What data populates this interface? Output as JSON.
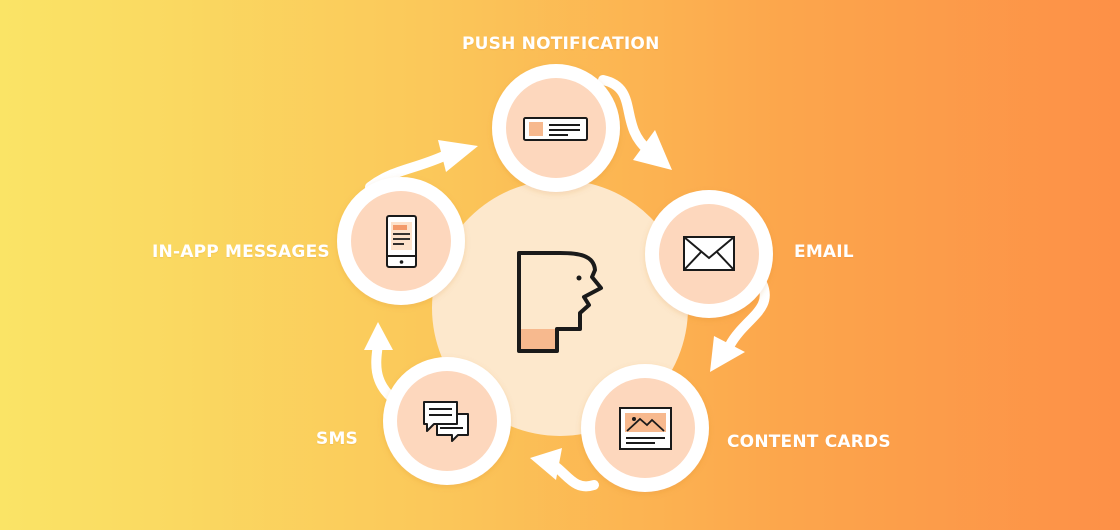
{
  "colors": {
    "gradient_left": "#fae466",
    "gradient_right": "#fd9047",
    "hub": "#fde8cc",
    "node_fill": "#fdd7bd",
    "node_ring": "#ffffff",
    "accent": "#f7b98e",
    "stroke": "#1a1a1a",
    "label": "#ffffff"
  },
  "channels": [
    {
      "id": "push",
      "label": "PUSH NOTIFICATION",
      "icon": "push-notification-card-icon"
    },
    {
      "id": "email",
      "label": "EMAIL",
      "icon": "envelope-icon"
    },
    {
      "id": "cards",
      "label": "CONTENT CARDS",
      "icon": "image-card-icon"
    },
    {
      "id": "sms",
      "label": "SMS",
      "icon": "chat-bubbles-icon"
    },
    {
      "id": "inapp",
      "label": "IN-APP MESSAGES",
      "icon": "mobile-phone-icon"
    }
  ],
  "center": {
    "icon": "braze-person-logo-icon"
  },
  "cycle_direction": "clockwise"
}
